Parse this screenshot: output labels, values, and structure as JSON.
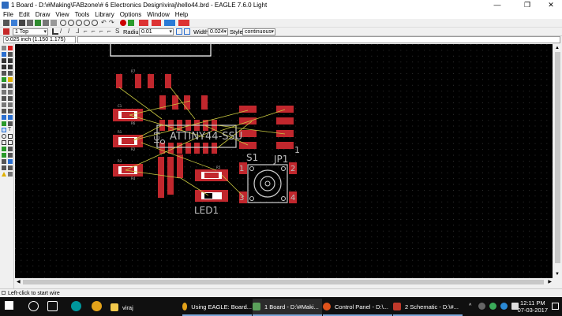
{
  "window": {
    "title": "1 Board - D:\\#Making\\FABzone\\# 6 Electronics Design\\viraj\\hello44.brd - EAGLE 7.6.0 Light"
  },
  "menu": [
    "File",
    "Edit",
    "Draw",
    "View",
    "Tools",
    "Library",
    "Options",
    "Window",
    "Help"
  ],
  "param_toolbar": {
    "layer": "1 Top",
    "radius_label": "Radius",
    "radius_value": "0.01",
    "width_label": "Width",
    "width_value": "0.024",
    "style_label": "Style:",
    "style_value": "continuous"
  },
  "command_line": {
    "coordinates": "0.025 inch (1.150 1.175)",
    "input": ""
  },
  "board": {
    "labels": {
      "ic": "ATTINY44-SSU",
      "ic_ref": "IC1",
      "switch": "S1",
      "jumper": "JP1",
      "led": "LED1",
      "pin1": "1",
      "pin2": "2",
      "pin3": "3",
      "pin4": "4",
      "jp_pin": "1",
      "c1": "C1",
      "r1": "R1",
      "r2": "R2",
      "r3": "R3",
      "r4": "R4",
      "r5": "R5",
      "r6": "R6",
      "r7": "R7"
    },
    "colors": {
      "pad": "#c1272d",
      "text": "#bdbdbd",
      "airwire": "#c8c840",
      "outline": "#ffffff"
    }
  },
  "status": {
    "message": "Left-click to start wire"
  },
  "taskbar": {
    "apps": [
      {
        "label": "viraj",
        "state": "normal"
      },
      {
        "label": "Using EAGLE: Board...",
        "state": "normal"
      },
      {
        "label": "1 Board - D:\\#Maki...",
        "state": "active"
      },
      {
        "label": "Control Panel - D:\\...",
        "state": "open"
      },
      {
        "label": "2 Schematic - D:\\#...",
        "state": "open"
      }
    ],
    "time": "12:11 PM",
    "date": "07-03-2017"
  }
}
